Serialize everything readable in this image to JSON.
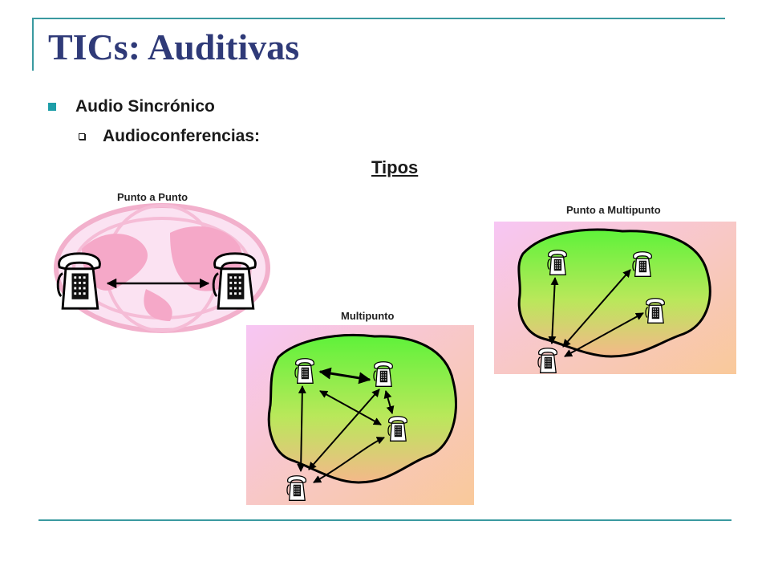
{
  "slide": {
    "title": "TICs: Auditivas",
    "bullet_level1": "Audio Sincrónico",
    "bullet_level2": "Audioconferencias:",
    "subheading": "Tipos"
  },
  "diagrams": {
    "punto_a_punto": {
      "label": "Punto a Punto"
    },
    "multipunto": {
      "label": "Multipunto"
    },
    "punto_a_multipunto": {
      "label": "Punto a Multipunto"
    }
  },
  "colors": {
    "title": "#2f3a78",
    "accent_rule": "#3a9aa0",
    "bullet": "#1e9ea8",
    "map_green": "#66ee44",
    "map_pink": "#f8c8f0",
    "map_orange": "#f8c89a"
  },
  "icons": [
    "telephone-icon",
    "globe-icon",
    "map-icon",
    "arrow-icon"
  ]
}
